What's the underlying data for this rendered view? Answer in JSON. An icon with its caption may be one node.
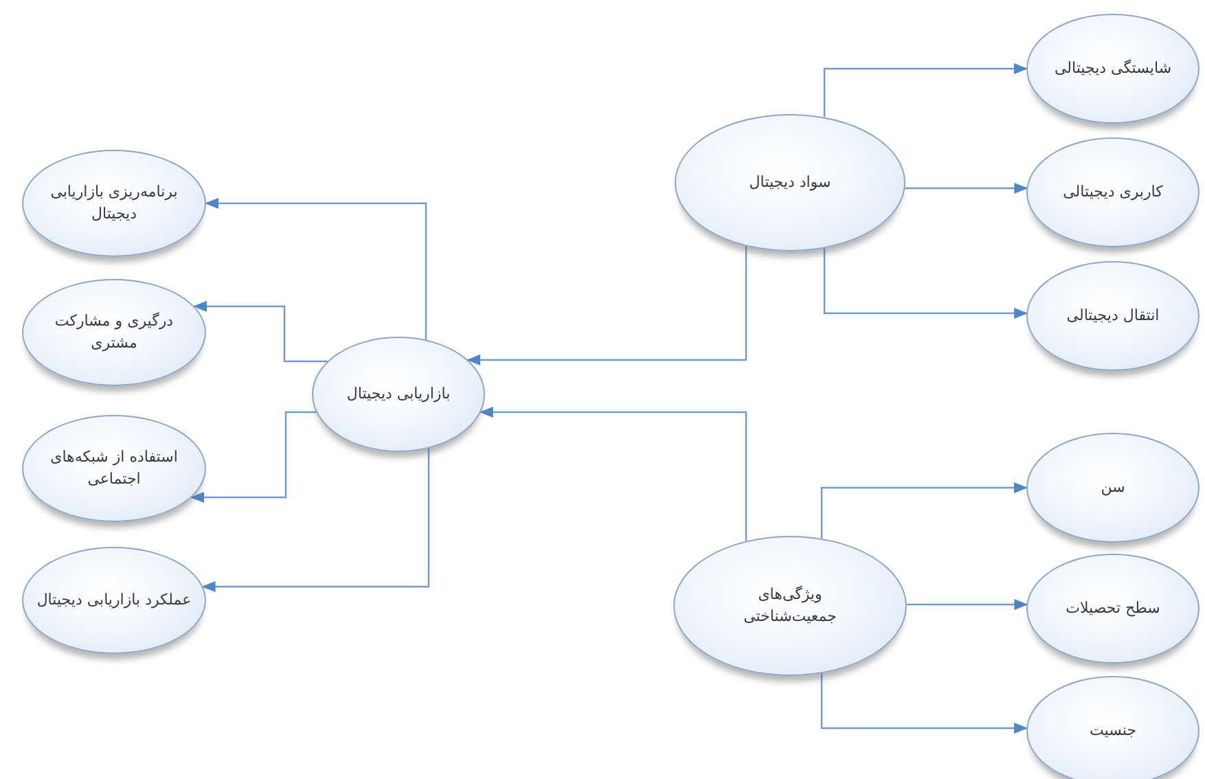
{
  "diagram": {
    "nodes": [
      {
        "text": [
          "بازاریابی دیجیتال"
        ]
      },
      {
        "text": [
          "برنامه‌ریزی بازاریابی دیجیتال"
        ]
      },
      {
        "text": [
          "درگیری و مشارکت مشتری"
        ]
      },
      {
        "text": [
          "استفاده از شبکه‌های اجتماعی"
        ]
      },
      {
        "text": [
          "عملکرد بازاریابی دیجیتال"
        ]
      },
      {
        "text": [
          "سواد دیجیتال"
        ]
      },
      {
        "text": [
          "شایستگی دیجیتالی"
        ]
      },
      {
        "text": [
          "کاربری دیجیتالی"
        ]
      },
      {
        "text": [
          "انتقال دیجیتالی"
        ]
      },
      {
        "text": [
          "ویژگی‌های جمعیت‌شناختی"
        ]
      },
      {
        "text": [
          "سن"
        ]
      },
      {
        "text": [
          "سطح تحصیلات"
        ]
      },
      {
        "text": [
          "جنسیت"
        ]
      }
    ],
    "edges": [
      {
        "from": 0,
        "to": 1,
        "arrow": "to"
      },
      {
        "from": 0,
        "to": 2,
        "arrow": "to"
      },
      {
        "from": 0,
        "to": 3,
        "arrow": "to"
      },
      {
        "from": 0,
        "to": 4,
        "arrow": "to"
      },
      {
        "from": 5,
        "to": 0,
        "arrow": "to"
      },
      {
        "from": 9,
        "to": 0,
        "arrow": "to"
      },
      {
        "from": 5,
        "to": 6,
        "arrow": "to"
      },
      {
        "from": 5,
        "to": 7,
        "arrow": "to"
      },
      {
        "from": 5,
        "to": 8,
        "arrow": "to"
      },
      {
        "from": 9,
        "to": 10,
        "arrow": "to"
      },
      {
        "from": 9,
        "to": 11,
        "arrow": "to"
      },
      {
        "from": 9,
        "to": 12,
        "arrow": "to"
      }
    ]
  }
}
